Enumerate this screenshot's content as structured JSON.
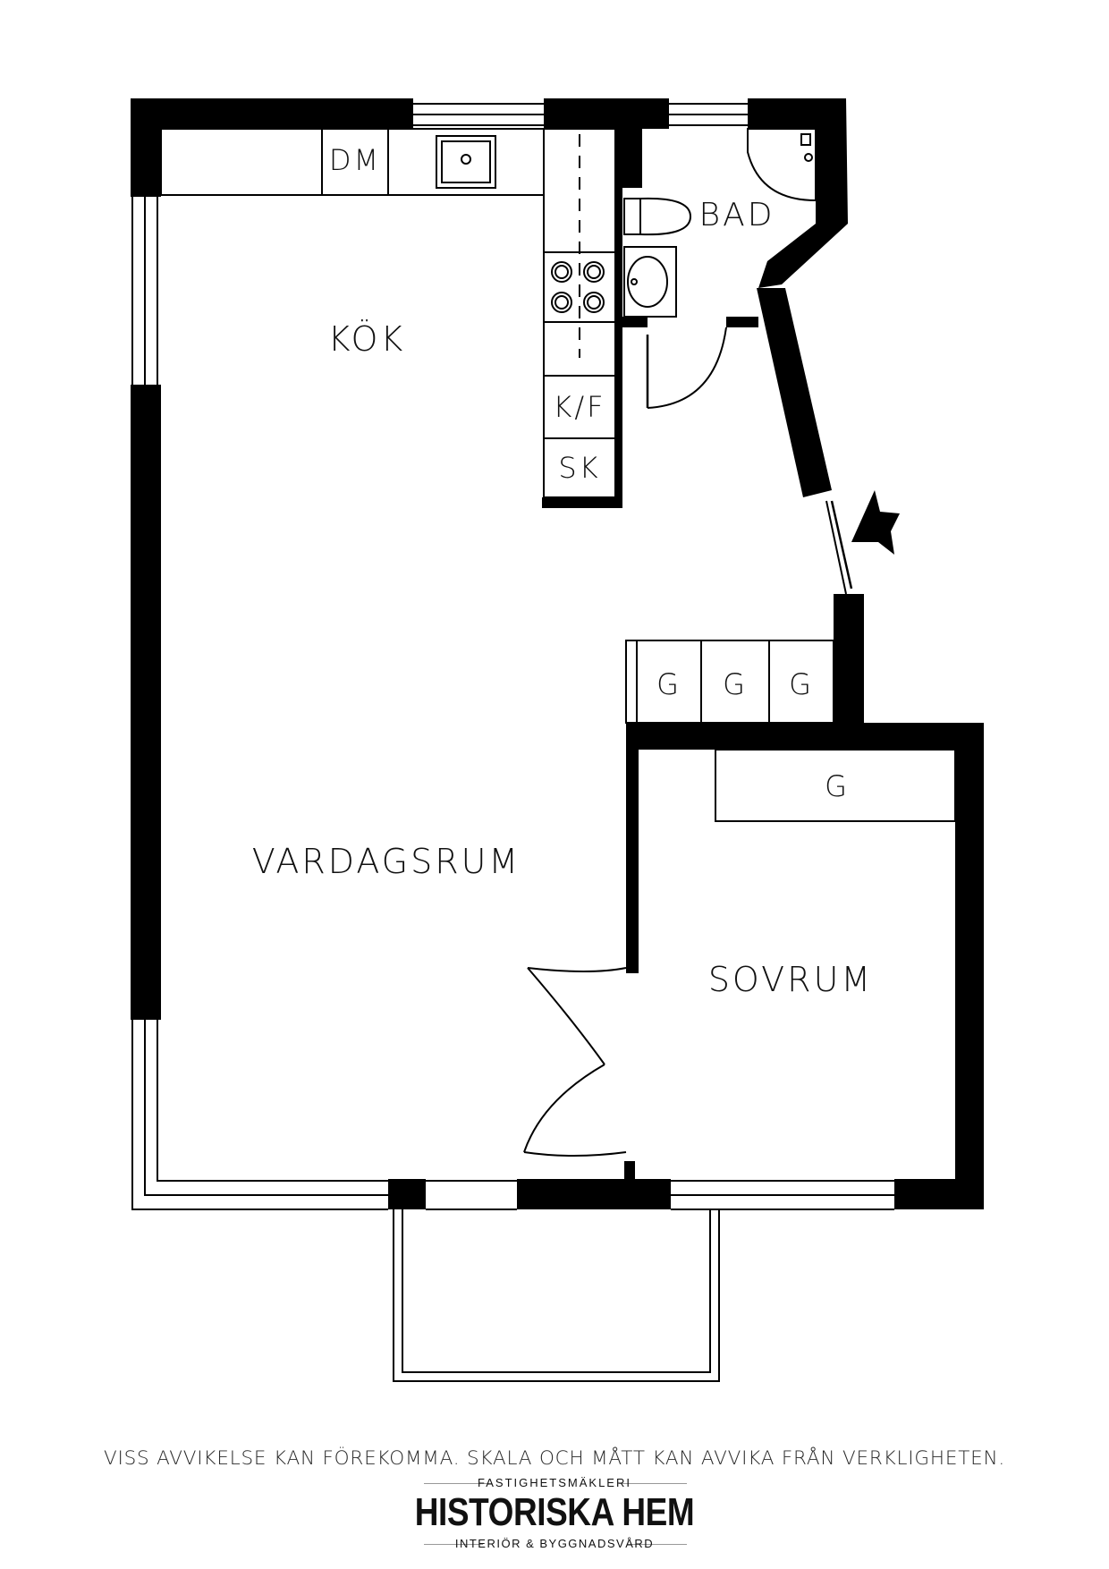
{
  "rooms": {
    "kitchen": "KÖK",
    "bathroom": "BAD",
    "living_room": "VARDAGSRUM",
    "bedroom": "SOVRUM"
  },
  "fixtures": {
    "dishwasher": "DM",
    "fridge_freezer": "K/F",
    "cabinet": "SK",
    "wardrobe": "G"
  },
  "footer": {
    "disclaimer": "VISS AVVIKELSE KAN FÖREKOMMA. SKALA OCH MÅTT KAN AVVIKA FRÅN VERKLIGHETEN.",
    "logo_top": "FASTIGHETSMÄKLERI",
    "logo_main": "HISTORISKA HEM",
    "logo_bottom": "INTERIÖR & BYGGNADSVÅRD"
  },
  "colors": {
    "wall": "#000000",
    "background": "#ffffff"
  }
}
